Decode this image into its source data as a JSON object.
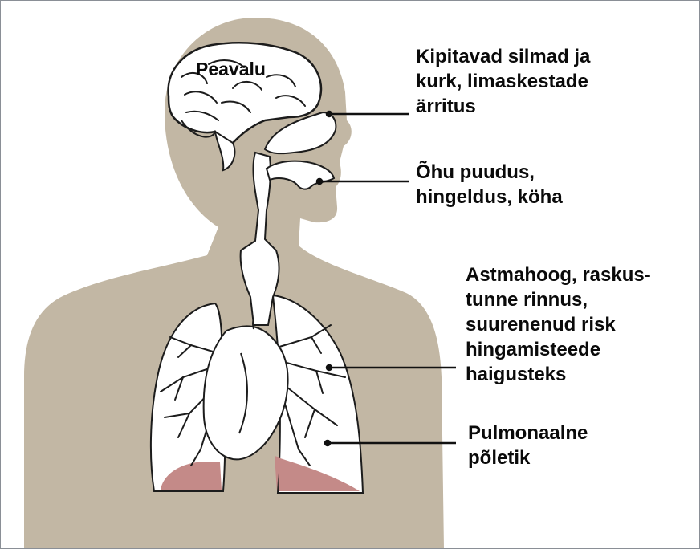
{
  "labels": {
    "headache": "Peavalu",
    "eyes": [
      "Kipitavad silmad ja",
      "kurk, limaskestade",
      "ärritus"
    ],
    "breath": [
      "Õhu puudus,",
      "hingeldus, köha"
    ],
    "asthma": [
      "Astmahoog, raskus-",
      "tunne rinnus,",
      "suurenenud risk",
      "hingamisteede",
      "haigusteks"
    ],
    "pulmonary": [
      "Pulmonaalne",
      "põletik"
    ]
  },
  "colors": {
    "body": "#c2b7a4",
    "organ": "#ffffff",
    "outline": "#1c1c1c",
    "lung_base": "#c48a88"
  }
}
